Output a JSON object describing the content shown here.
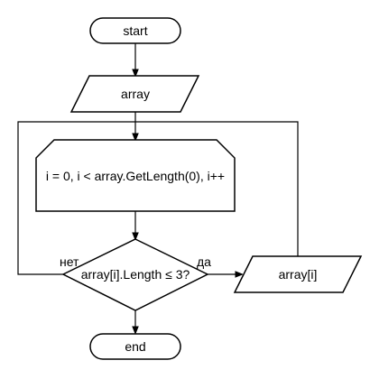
{
  "flowchart": {
    "start_label": "start",
    "input_label": "array",
    "loop_label": "i = 0, i < array.GetLength(0), i++",
    "condition_label": "array[i].Length ≤ 3?",
    "output_label": "array[i]",
    "end_label": "end",
    "yes_label": "да",
    "no_label": "нет"
  }
}
